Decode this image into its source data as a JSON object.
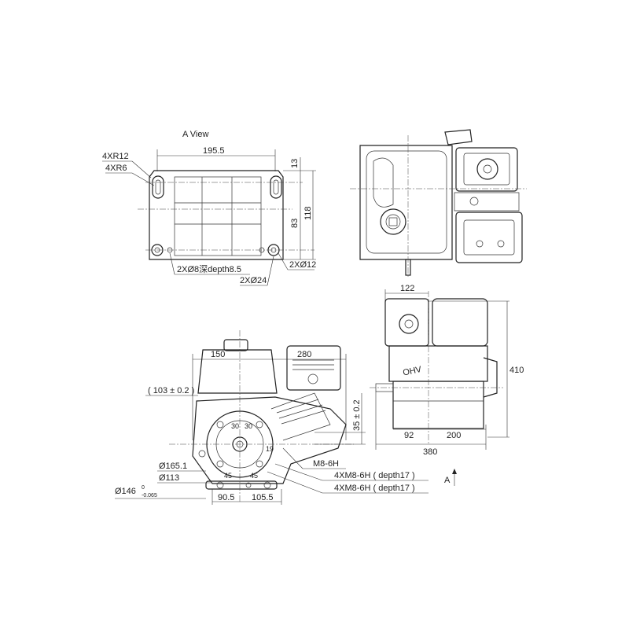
{
  "a_view": {
    "title": "A View",
    "width_dim": "195.5",
    "radius_outer": "4XR12",
    "radius_inner": "4XR6",
    "dim_13": "13",
    "dim_83": "83",
    "dim_118": "118",
    "hole_small": "2XØ8深depth8.5",
    "hole_24": "2XØ24",
    "hole_12": "2XØ12"
  },
  "side_view": {
    "dim_122": "122",
    "dim_410": "410",
    "dim_92": "92",
    "dim_200": "200",
    "dim_380": "380"
  },
  "front_view": {
    "dim_150": "150",
    "dim_280": "280",
    "dim_103": "( 103 ± 0.2 )",
    "dim_35": "35 ± 0.2",
    "dia_165": "Ø165.1",
    "dia_113": "Ø113",
    "dia_146": "Ø146",
    "dia_146_tol_upper": "0",
    "dia_146_tol_lower": "-0.065",
    "angle_30": "30",
    "dim_19": "19",
    "angle_45": "45",
    "thread_m8": "M8-6H",
    "thread_4xm8_a": "4XM8-6H ( depth17 )",
    "thread_4xm8_b": "4XM8-6H ( depth17 )",
    "dim_90_5": "90.5",
    "dim_105_5": "105.5"
  },
  "view_arrow_label": "A",
  "ohv_mark": "OHV"
}
